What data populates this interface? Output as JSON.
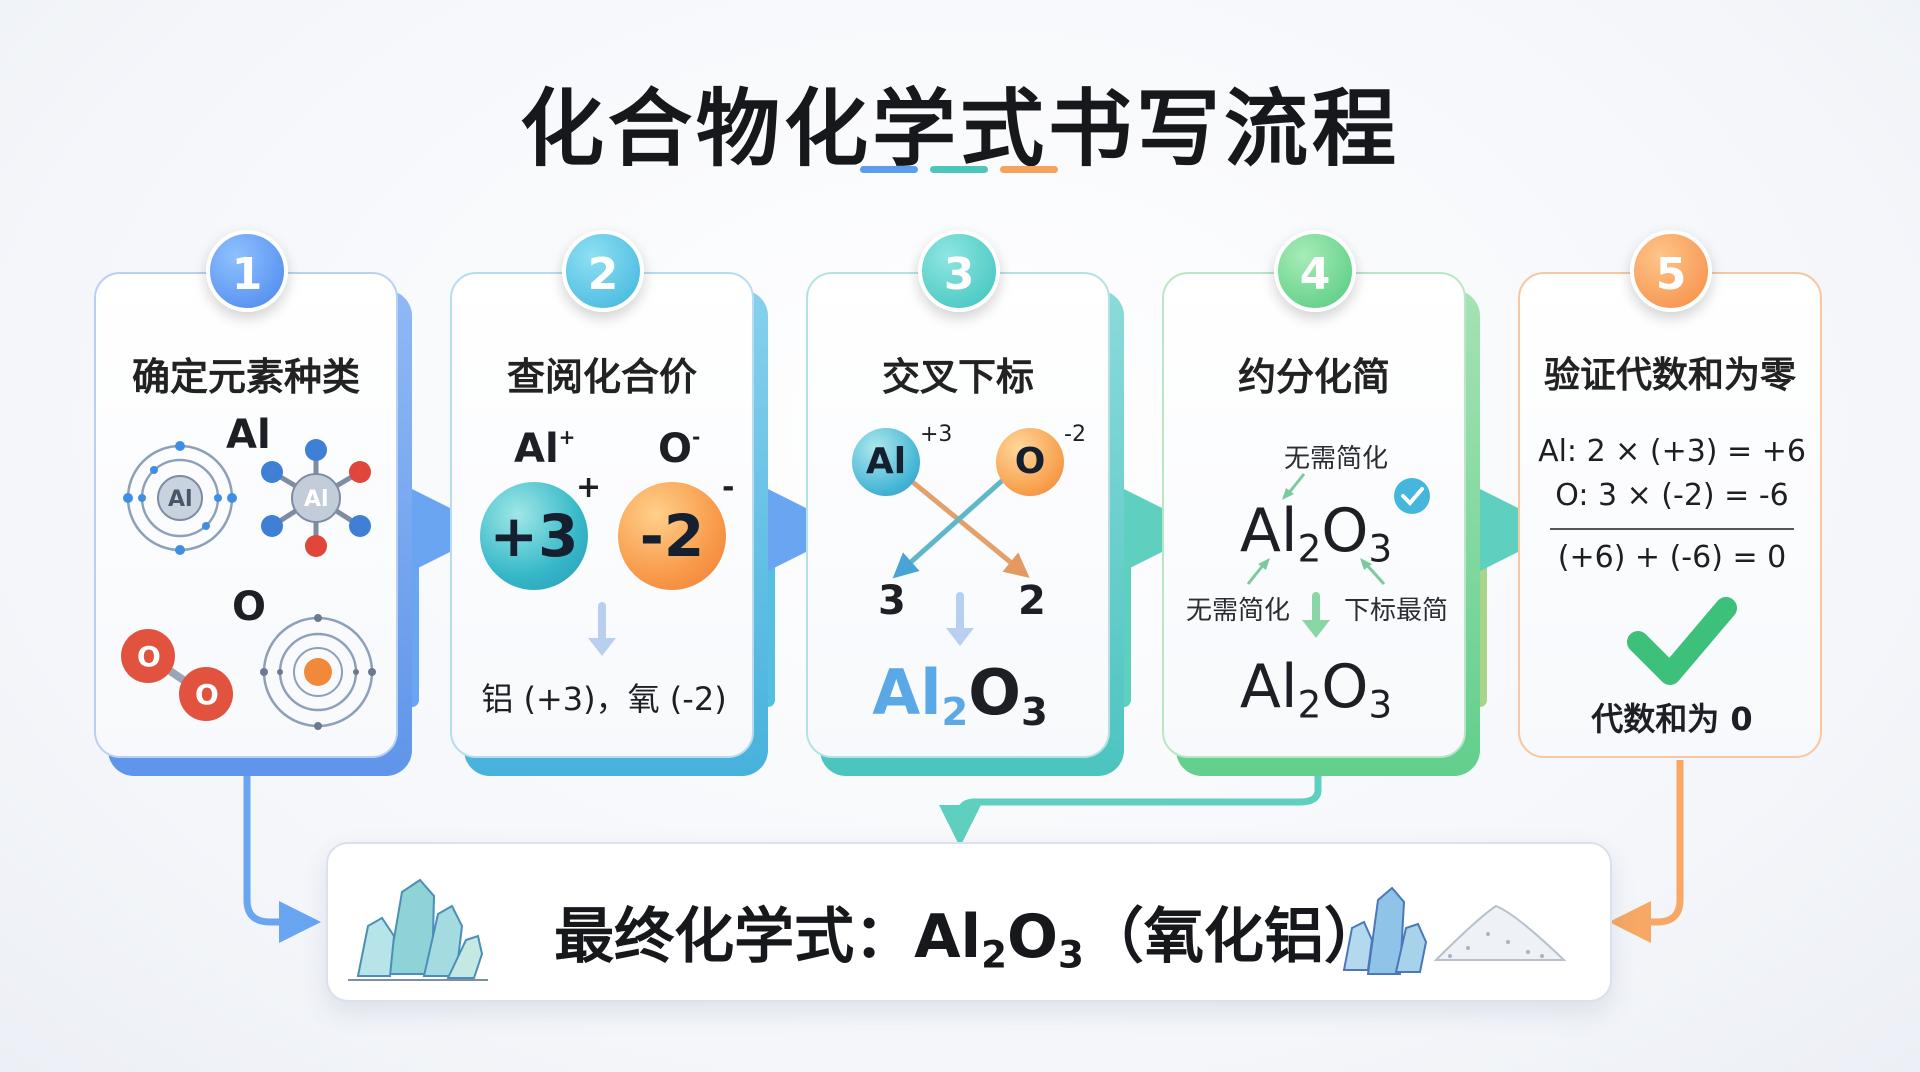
{
  "title": "化合物化学式书写流程",
  "colors": {
    "blue": "#4f8ff0",
    "cyan": "#3cbfd6",
    "teal": "#45c9b0",
    "green": "#5ccf86",
    "orange": "#f7a35a",
    "red": "#e5533d"
  },
  "steps": [
    {
      "number": "1",
      "title": "确定元素种类",
      "labels": {
        "al": "Al",
        "o": "O",
        "al_atom": "Al",
        "al_center": "Al",
        "o_atom1": "O",
        "o_atom2": "O"
      }
    },
    {
      "number": "2",
      "title": "查阅化合价",
      "ion_al": "Al",
      "ion_al_sup": "+",
      "ion_o": "O",
      "ion_o_sup": "-",
      "val_al": "+3",
      "val_al_sign": "+",
      "val_o": "-2",
      "val_o_sign": "-",
      "result": "铝 (+3)，氧 (-2)"
    },
    {
      "number": "3",
      "title": "交叉下标",
      "al": "Al",
      "al_sup": "+3",
      "o": "O",
      "o_sup": "-2",
      "sub_left": "3",
      "sub_right": "2",
      "formula_a": "Al",
      "formula_a_sub": "2",
      "formula_b": "O",
      "formula_b_sub": "3"
    },
    {
      "number": "4",
      "title": "约分化简",
      "note_top": "无需简化",
      "formula_a": "Al",
      "formula_a_sub": "2",
      "formula_b": "O",
      "formula_b_sub": "3",
      "note_left": "无需简化",
      "note_right": "下标最简",
      "result_a": "Al",
      "result_a_sub": "2",
      "result_b": "O",
      "result_b_sub": "3"
    },
    {
      "number": "5",
      "title": "验证代数和为零",
      "line1": "Al: 2 × (+3) = +6",
      "line2": "O: 3 × (-2) = -6",
      "line3": "(+6) + (-6) = 0",
      "result": "代数和为 0"
    }
  ],
  "final": {
    "prefix": "最终化学式：",
    "a": "Al",
    "a_sub": "2",
    "b": "O",
    "b_sub": "3",
    "suffix": "（氧化铝）"
  }
}
